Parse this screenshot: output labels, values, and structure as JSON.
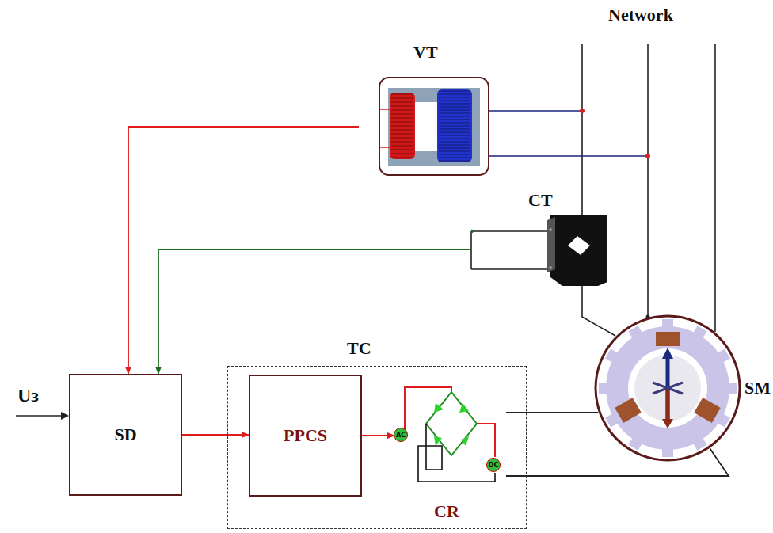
{
  "diagram": {
    "nodes": [
      {
        "text": [
          "VT"
        ]
      },
      {
        "text": [
          "CT"
        ]
      },
      {
        "text": [
          "SD"
        ]
      },
      {
        "text": [
          "TC"
        ]
      },
      {
        "text": [
          "PPCS"
        ],
        "in": 3
      },
      {
        "text": [
          "CR"
        ],
        "in": 3
      },
      {
        "text": [
          "SM"
        ]
      }
    ],
    "edges": [
      {
        "from": 0,
        "to": 2,
        "arrow": "to"
      },
      {
        "from": 1,
        "to": 2,
        "arrow": "to"
      },
      {
        "from": 2,
        "to": 4,
        "arrow": "to"
      },
      {
        "from": 4,
        "to": 5,
        "arrow": "to"
      },
      {
        "from": 5,
        "to": 6,
        "arrow": "none"
      },
      {
        "from": 5,
        "to": 6,
        "arrow": "none"
      }
    ],
    "labels": [
      "Network",
      "Uз",
      "AC",
      "DC"
    ]
  }
}
